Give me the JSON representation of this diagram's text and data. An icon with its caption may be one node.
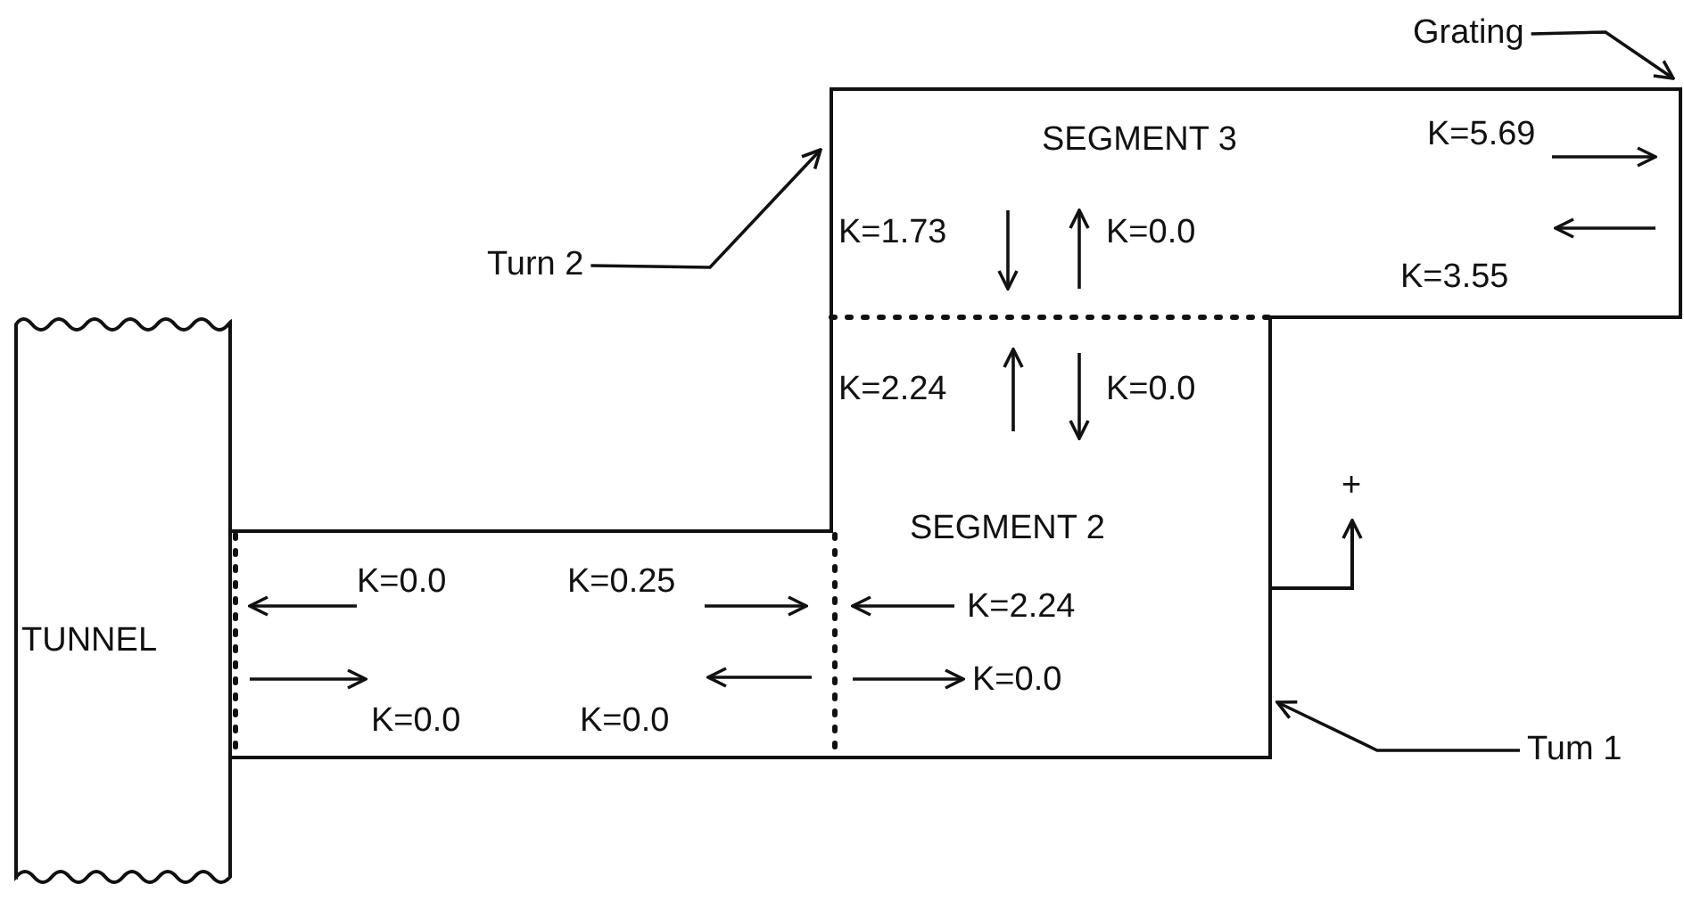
{
  "diagram": {
    "nodes": [
      {
        "text": [
          "Grating"
        ]
      },
      {
        "text": [
          "Turn 2"
        ]
      },
      {
        "text": [
          "TUNNEL"
        ]
      },
      {
        "text": [
          "Tum 1"
        ]
      }
    ],
    "edges": [
      {
        "from": 0,
        "to": null,
        "arrow": "to"
      },
      {
        "from": 1,
        "to": null,
        "arrow": "to"
      },
      {
        "from": 3,
        "to": null,
        "arrow": "to"
      }
    ],
    "labels": [
      "SEGMENT 3",
      "K=5.69",
      "K=1.73",
      "K=0.0",
      "K=3.55",
      "K=2.24",
      "K=0.0",
      "+",
      "SEGMENT 2",
      "K=0.0",
      "K=0.25",
      "K=2.24",
      "K=0.0",
      "K=0.0",
      "K=0.0"
    ]
  }
}
